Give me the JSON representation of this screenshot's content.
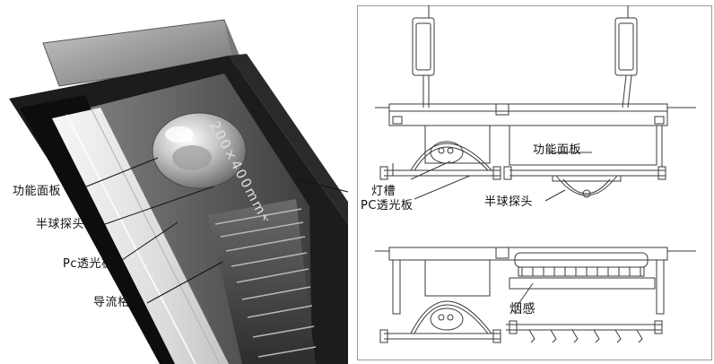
{
  "left": {
    "callouts": [
      {
        "text": "功能面板"
      },
      {
        "text": "半球探头"
      },
      {
        "text": "Pc透光板"
      },
      {
        "text": "导流格栅"
      }
    ],
    "dimension_text": "200×400mm",
    "grille_mark": "K"
  },
  "right": {
    "labels": {
      "function_panel": "功能面板",
      "lamp_slot": "灯槽",
      "pc_panel": "PC透光板",
      "dome_probe": "半球探头",
      "smoke": "烟感"
    }
  },
  "colors": {
    "frame_dark": "#1c1c1c",
    "metal": "#8a8a8a",
    "line_drawing": "#3a3a3a",
    "diffuser": "#e8e8e8"
  }
}
